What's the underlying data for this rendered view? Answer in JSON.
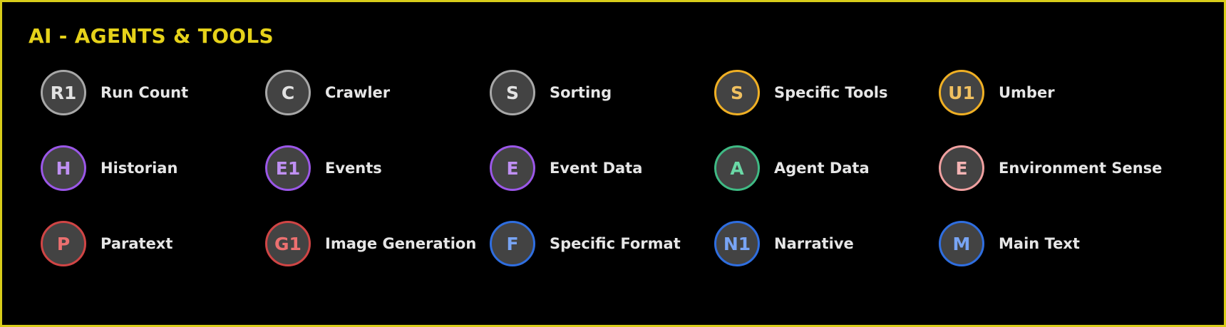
{
  "header": {
    "title": "AI - AGENTS & TOOLS"
  },
  "colors": {
    "frame_border": "#d8cc1a",
    "title": "#e6d21a",
    "badge_fill": "#434343",
    "label_text": "#e6e6e6"
  },
  "items": [
    {
      "badge": "R1",
      "label": "Run Count",
      "ring": "#a8a8a8",
      "glyph": "#e2e2e2"
    },
    {
      "badge": "C",
      "label": "Crawler",
      "ring": "#a8a8a8",
      "glyph": "#e2e2e2"
    },
    {
      "badge": "S",
      "label": "Sorting",
      "ring": "#a8a8a8",
      "glyph": "#e2e2e2"
    },
    {
      "badge": "S",
      "label": "Specific Tools",
      "ring": "#f0b024",
      "glyph": "#f0c060"
    },
    {
      "badge": "U1",
      "label": "Umber",
      "ring": "#f0b024",
      "glyph": "#f0c060"
    },
    {
      "badge": "H",
      "label": "Historian",
      "ring": "#9b57e8",
      "glyph": "#c090f4"
    },
    {
      "badge": "E1",
      "label": "Events",
      "ring": "#9b57e8",
      "glyph": "#c090f4"
    },
    {
      "badge": "E",
      "label": "Event Data",
      "ring": "#9b57e8",
      "glyph": "#c090f4"
    },
    {
      "badge": "A",
      "label": "Agent Data",
      "ring": "#3fba84",
      "glyph": "#6ad8a6"
    },
    {
      "badge": "E",
      "label": "Environment Sense",
      "ring": "#f0a0a0",
      "glyph": "#f4b4b4"
    },
    {
      "badge": "P",
      "label": "Paratext",
      "ring": "#d04545",
      "glyph": "#ec7070"
    },
    {
      "badge": "G1",
      "label": "Image Generation",
      "ring": "#d04545",
      "glyph": "#ec7070"
    },
    {
      "badge": "F",
      "label": "Specific Format",
      "ring": "#2f6ee0",
      "glyph": "#78a4f4"
    },
    {
      "badge": "N1",
      "label": "Narrative",
      "ring": "#2f6ee0",
      "glyph": "#78a4f4"
    },
    {
      "badge": "M",
      "label": "Main Text",
      "ring": "#2f6ee0",
      "glyph": "#78a4f4"
    }
  ]
}
